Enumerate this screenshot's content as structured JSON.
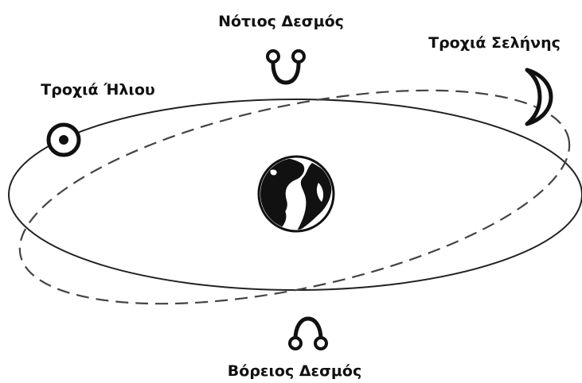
{
  "labels": {
    "south_node": "Νότιος Δεσμός",
    "moon_orbit": "Τροχιά Σελήνης",
    "sun_orbit": "Τροχιά Ήλιου",
    "north_node": "Βόρειος Δεσμός"
  },
  "symbols": {
    "sun": "sun-icon",
    "moon": "crescent-moon-icon",
    "earth": "earth-globe-icon",
    "south_node": "descending-node-icon",
    "north_node": "ascending-node-icon"
  },
  "colors": {
    "stroke": "#1a1a1a",
    "sun_orbit_line": "#222222",
    "moon_orbit_line": "#444444",
    "background": "#ffffff"
  }
}
